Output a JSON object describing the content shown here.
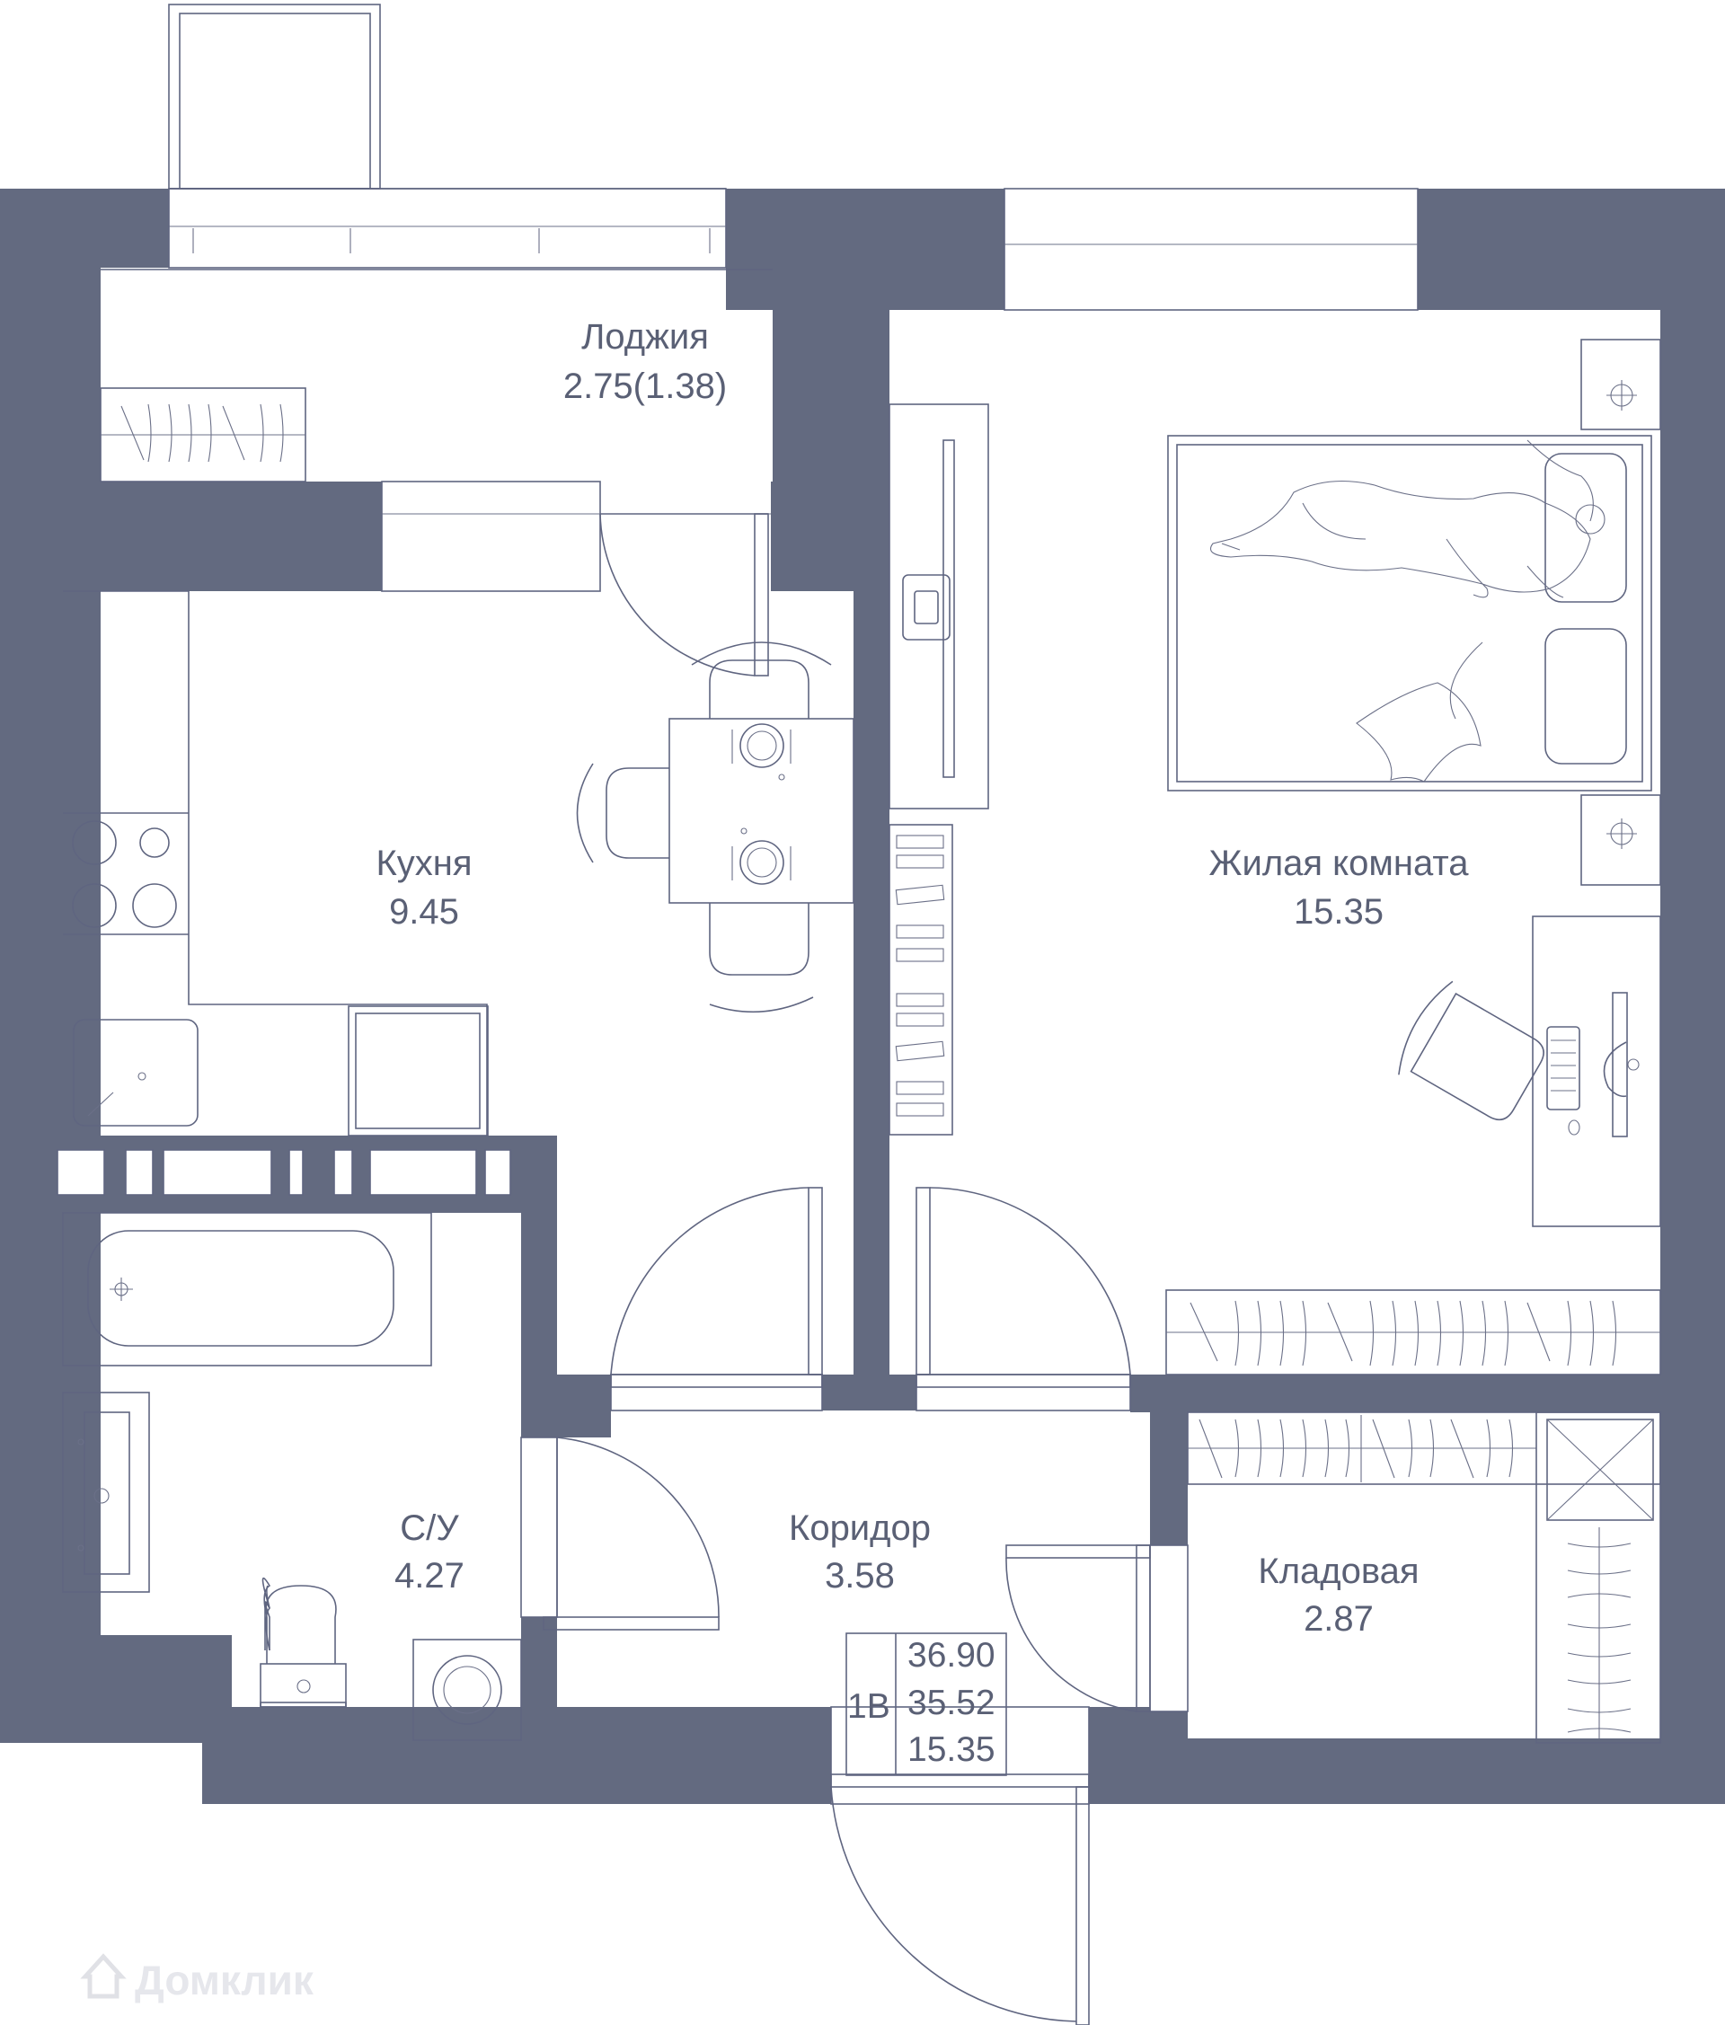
{
  "rooms": [
    {
      "name": "Лоджия",
      "area": "2.75(1.38)"
    },
    {
      "name": "Кухня",
      "area": "9.45"
    },
    {
      "name": "Жилая комната",
      "area": "15.35"
    },
    {
      "name": "С/У",
      "area": "4.27"
    },
    {
      "name": "Коридор",
      "area": "3.58"
    },
    {
      "name": "Кладовая",
      "area": "2.87"
    }
  ],
  "apartment": {
    "type": "1В",
    "total_area": "36.90",
    "area_without_loggia": "35.52",
    "living_area": "15.35"
  },
  "watermark": "Домклик",
  "colors": {
    "walls": "#636a80",
    "lines": "#5f6580"
  }
}
